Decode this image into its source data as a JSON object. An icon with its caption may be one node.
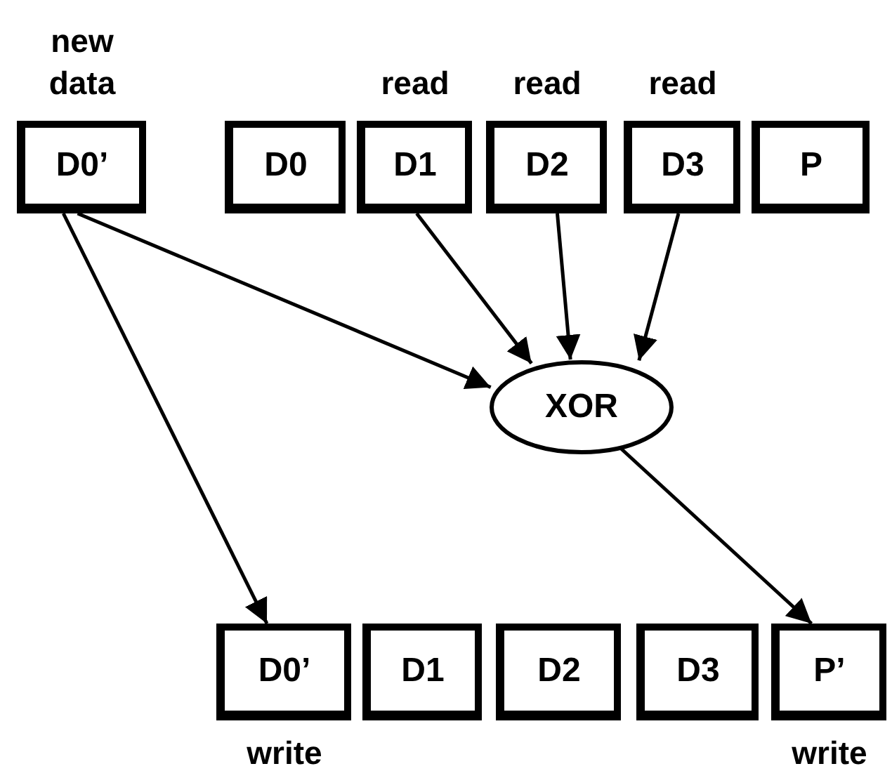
{
  "diagram": {
    "nodes": [
      {
        "text": [
          "D0’"
        ],
        "beside": [
          "new data"
        ]
      },
      {
        "text": [
          "D0"
        ]
      },
      {
        "text": [
          "D1"
        ],
        "beside": [
          "read"
        ]
      },
      {
        "text": [
          "D2"
        ],
        "beside": [
          "read"
        ]
      },
      {
        "text": [
          "D3"
        ],
        "beside": [
          "read"
        ]
      },
      {
        "text": [
          "P"
        ]
      },
      {
        "text": [
          "XOR"
        ]
      },
      {
        "text": [
          "D0’"
        ],
        "beside": [
          "write"
        ]
      },
      {
        "text": [
          "D1"
        ]
      },
      {
        "text": [
          "D2"
        ]
      },
      {
        "text": [
          "D3"
        ]
      },
      {
        "text": [
          "P’"
        ],
        "beside": [
          "write"
        ]
      }
    ],
    "edges": [
      {
        "from": 0,
        "to": 6,
        "arrow": "to"
      },
      {
        "from": 2,
        "to": 6,
        "arrow": "to"
      },
      {
        "from": 3,
        "to": 6,
        "arrow": "to"
      },
      {
        "from": 4,
        "to": 6,
        "arrow": "to"
      },
      {
        "from": 0,
        "to": 7,
        "arrow": "to"
      },
      {
        "from": 6,
        "to": 11,
        "arrow": "to"
      }
    ]
  }
}
